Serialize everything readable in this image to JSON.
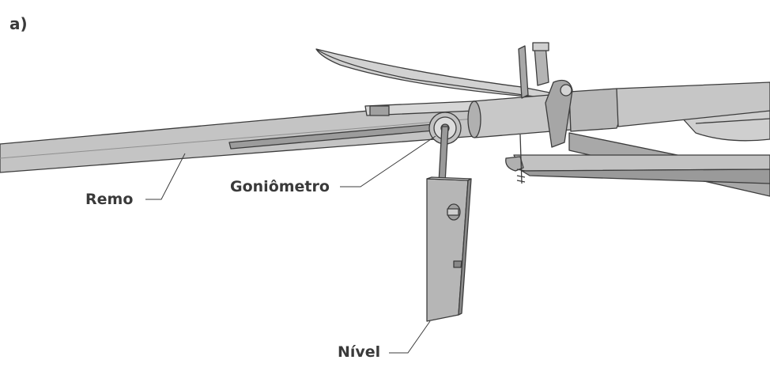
{
  "figure": {
    "panel_label": "a)",
    "labels": {
      "remo": "Remo",
      "goniometro": "Goniômetro",
      "nivel": "Nível"
    },
    "colors": {
      "body_fill": "#b9b9b9",
      "body_light": "#d6d6d6",
      "body_dark": "#8f8f8f",
      "outline": "#3c3c3c",
      "label_text": "#3a3a3a"
    }
  }
}
